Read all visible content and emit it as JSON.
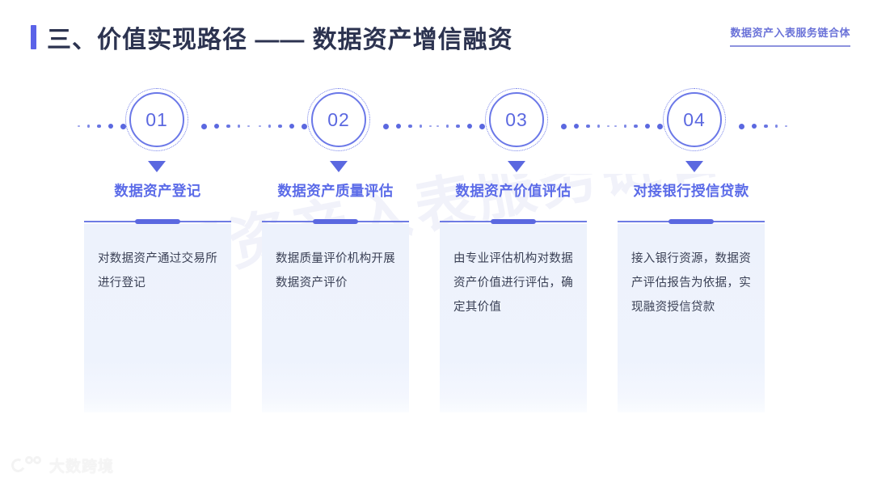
{
  "header": {
    "title": "三、价值实现路径 ——  数据资产增信融资",
    "corner_tag": "数据资产入表服务链合体",
    "accent_color": "#5B63E8",
    "title_color": "#2C3350"
  },
  "watermark": {
    "text": "数据资产入表服务链合体"
  },
  "timeline": {
    "node_color": "#5B68E0",
    "nodes": [
      {
        "number": "01",
        "arrow": "down-triangle"
      },
      {
        "number": "02",
        "arrow": "down-triangle"
      },
      {
        "number": "03",
        "arrow": "down-triangle"
      },
      {
        "number": "04",
        "arrow": "down-triangle"
      }
    ]
  },
  "steps": [
    {
      "number": "01",
      "title": "数据资产登记",
      "body": "对数据资产通过交易所进行登记"
    },
    {
      "number": "02",
      "title": "数据资产质量评估",
      "body": "数据质量评价机构开展数据资产评价"
    },
    {
      "number": "03",
      "title": "数据资产价值评估",
      "body": "由专业评估机构对数据资产价值进行评估，确定其价值"
    },
    {
      "number": "04",
      "title": "对接银行授信贷款",
      "body": "接入银行资源，数据资产评估报告为依据，实现融资授信贷款"
    }
  ],
  "card_style": {
    "title_color": "#5B6BE8",
    "background": "#EDF2FC",
    "body_color": "#3A4055"
  },
  "footer": {
    "brand": "大数跨境"
  }
}
